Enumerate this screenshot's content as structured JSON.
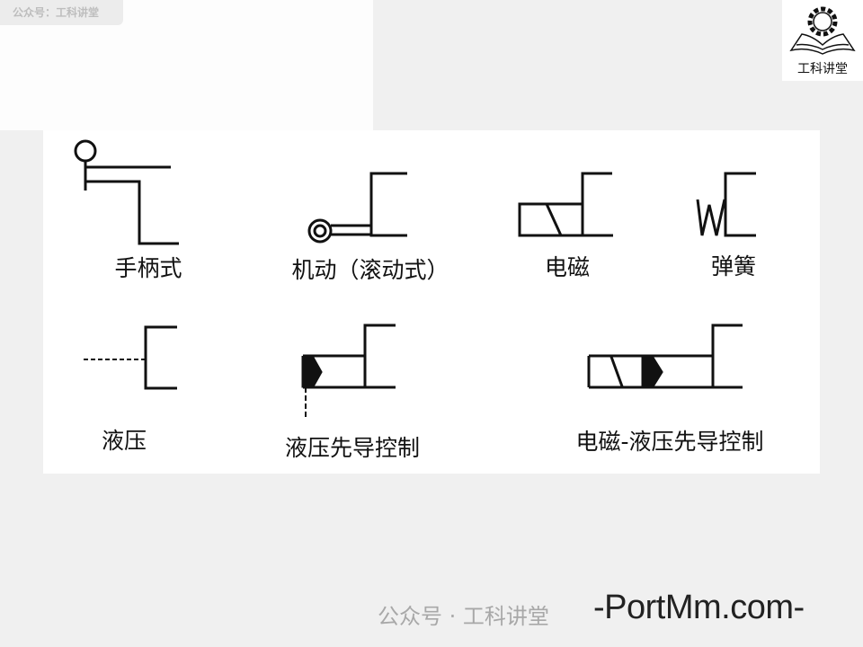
{
  "watermark_badge": "公众号：工科讲堂",
  "logo": {
    "text": "工科讲堂",
    "icon": "gear-book-icon"
  },
  "symbols": [
    {
      "label": "手柄式"
    },
    {
      "label": "机动（滚动式）"
    },
    {
      "label": "电磁"
    },
    {
      "label": "弹簧"
    },
    {
      "label": "液压"
    },
    {
      "label": "液压先导控制"
    },
    {
      "label": "电磁-液压先导控制"
    }
  ],
  "footer": {
    "site": "-PortMm.com-",
    "watermark": "公众号 · 工科讲堂"
  },
  "colors": {
    "stroke": "#111111",
    "background": "#f0f0f0",
    "panel": "#ffffff"
  }
}
